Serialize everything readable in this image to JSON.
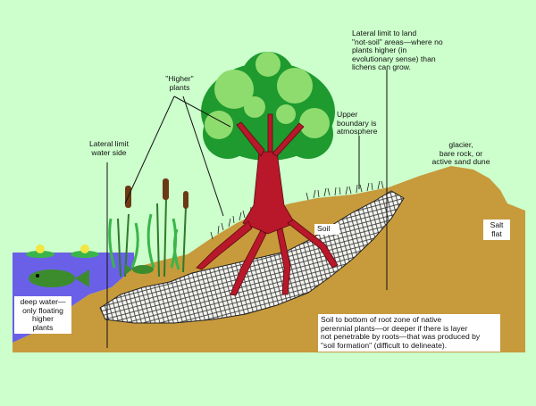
{
  "labels": {
    "higher_plants": "\"Higher\"\nplants",
    "lateral_water": "Lateral limit\nwater side",
    "lateral_land": "Lateral limit to land\n\"not-soil\" areas—where no\nplants higher (in\nevolutionary sense) than\nlichens can grow.",
    "upper_boundary": "Upper\nboundary is\natmosphere",
    "glacier": "glacier,\nbare rock, or\nactive sand dune",
    "soil": "Soil",
    "salt_flat": "Salt\nflat",
    "deep_water": "deep water—\nonly floating\nhigher\nplants",
    "soil_definition": "Soil to bottom of root zone of native\nperennial plants—or deeper if there is layer\nnot penetrable by roots—that was produced by\n\"soil formation\" (difficult to delineate)."
  },
  "colors": {
    "background": "#ccffcc",
    "water": "#6a60e8",
    "soil": "#c79a3c",
    "trunk": "#b8182a",
    "foliage_dark": "#1f9a2f",
    "foliage_light": "#8fdc6e",
    "lily_pad": "#3ab54a",
    "lily_flower": "#f2e640",
    "fish": "#3c8c2e"
  }
}
